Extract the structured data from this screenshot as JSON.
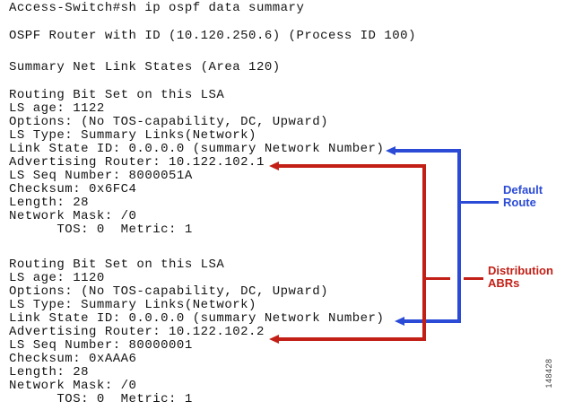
{
  "colors": {
    "blue_accent": "#2b4bd7",
    "red_accent": "#c22017",
    "console_text": "#141414",
    "background": "#ffffff"
  },
  "console": {
    "blocks": [
      {
        "lines": [
          "Access-Switch#sh ip ospf data summary"
        ]
      },
      {
        "lines": [
          "OSPF Router with ID (10.120.250.6) (Process ID 100)"
        ]
      },
      {
        "lines": [
          "Summary Net Link States (Area 120)"
        ]
      },
      {
        "lines": [
          "Routing Bit Set on this LSA",
          "LS age: 1122",
          "Options: (No TOS-capability, DC, Upward)",
          "LS Type: Summary Links(Network)",
          "Link State ID: 0.0.0.0 (summary Network Number)",
          "Advertising Router: 10.122.102.1",
          "LS Seq Number: 8000051A",
          "Checksum: 0x6FC4",
          "Length: 28",
          "Network Mask: /0",
          "      TOS: 0  Metric: 1"
        ]
      },
      {
        "lines": [
          "Routing Bit Set on this LSA",
          "LS age: 1120",
          "Options: (No TOS-capability, DC, Upward)",
          "LS Type: Summary Links(Network)",
          "Link State ID: 0.0.0.0 (summary Network Number)",
          "Advertising Router: 10.122.102.2",
          "LS Seq Number: 80000001",
          "Checksum: 0xAAA6",
          "Length: 28",
          "Network Mask: /0",
          "      TOS: 0  Metric: 1"
        ]
      }
    ]
  },
  "annotations": {
    "default_route": {
      "line1": "Default",
      "line2": "Route",
      "color": "#2b4bd7"
    },
    "distribution_abrs": {
      "line1": "Distribution",
      "line2": "ABRs",
      "color": "#c22017"
    }
  },
  "figure_number": "148428"
}
